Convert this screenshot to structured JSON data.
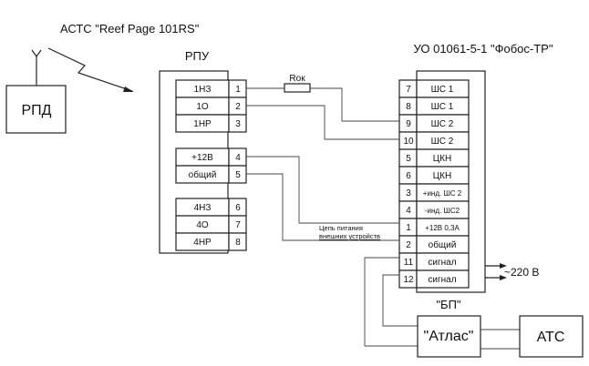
{
  "title_link": "АСТС \"Reef Page 101RS\"",
  "transmitter": {
    "label": "РПД",
    "icon": "antenna-icon"
  },
  "radio_link": {
    "icon": "lightning-arrow-icon"
  },
  "receiver": {
    "title": "РПУ",
    "groups": [
      [
        {
          "name": "1НЗ",
          "pin": "1"
        },
        {
          "name": "1О",
          "pin": "2"
        },
        {
          "name": "1НР",
          "pin": "3"
        }
      ],
      [
        {
          "name": "+12В",
          "pin": "4"
        },
        {
          "name": "общий",
          "pin": "5"
        }
      ],
      [
        {
          "name": "4НЗ",
          "pin": "6"
        },
        {
          "name": "4О",
          "pin": "7"
        },
        {
          "name": "4НР",
          "pin": "8"
        }
      ]
    ]
  },
  "resistor": {
    "label": "Rок"
  },
  "panel": {
    "title": "УО 01061-5-1 \"Фобос-ТР\"",
    "rows": [
      {
        "pin": "7",
        "name": "ШС 1"
      },
      {
        "pin": "8",
        "name": "ШС 1"
      },
      {
        "pin": "9",
        "name": "ШС 2"
      },
      {
        "pin": "10",
        "name": "ШС 2"
      },
      {
        "pin": "5",
        "name": "ЦКН"
      },
      {
        "pin": "6",
        "name": "ЦКН"
      },
      {
        "pin": "3",
        "name": "+инд. ШС 2"
      },
      {
        "pin": "4",
        "name": "-инд. ШС2"
      },
      {
        "pin": "1",
        "name": "+12В 0,3А"
      },
      {
        "pin": "2",
        "name": "общий"
      },
      {
        "pin": "11",
        "name": "сигнал"
      },
      {
        "pin": "12",
        "name": "сигнал"
      }
    ]
  },
  "power_note": {
    "line1": "Цепь питания",
    "line2": "внешних устройств"
  },
  "mains": "~220 В",
  "psu": {
    "caption": "\"БП\"",
    "label": "\"Атлас\""
  },
  "ats": {
    "label": "АТС"
  }
}
